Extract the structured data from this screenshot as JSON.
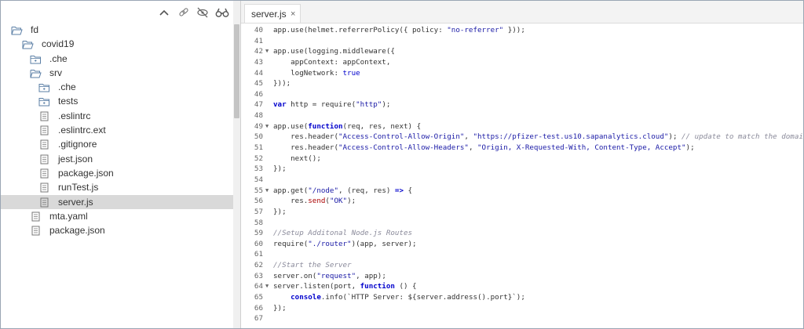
{
  "toolbar": {
    "icons": [
      "chevron-up-icon",
      "link-icon",
      "hide-icon",
      "binoculars-icon"
    ]
  },
  "tree": [
    {
      "label": "fd",
      "type": "folder-open",
      "depth": 0
    },
    {
      "label": "covid19",
      "type": "folder-open",
      "depth": 1
    },
    {
      "label": ".che",
      "type": "folder-closed",
      "depth": 2
    },
    {
      "label": "srv",
      "type": "folder-open",
      "depth": 2
    },
    {
      "label": ".che",
      "type": "folder-closed",
      "depth": 3
    },
    {
      "label": "tests",
      "type": "folder-closed",
      "depth": 3
    },
    {
      "label": ".eslintrc",
      "type": "file",
      "depth": 3
    },
    {
      "label": ".eslintrc.ext",
      "type": "file",
      "depth": 3
    },
    {
      "label": ".gitignore",
      "type": "file",
      "depth": 3
    },
    {
      "label": "jest.json",
      "type": "file",
      "depth": 3
    },
    {
      "label": "package.json",
      "type": "file",
      "depth": 3
    },
    {
      "label": "runTest.js",
      "type": "file",
      "depth": 3
    },
    {
      "label": "server.js",
      "type": "file",
      "depth": 3,
      "selected": true
    },
    {
      "label": "mta.yaml",
      "type": "file",
      "depth": 2
    },
    {
      "label": "package.json",
      "type": "file",
      "depth": 2
    }
  ],
  "editor": {
    "tab_label": "server.js",
    "tab_close": "×",
    "lines": [
      {
        "n": "40",
        "fold": false,
        "parts": [
          [
            "",
            "app.use(helmet.referrerPolicy({ policy: "
          ],
          [
            "str",
            "\"no-referrer\""
          ],
          [
            "",
            " }));"
          ]
        ]
      },
      {
        "n": "41",
        "fold": false,
        "parts": []
      },
      {
        "n": "42",
        "fold": true,
        "parts": [
          [
            "",
            "app.use(logging.middleware({"
          ]
        ]
      },
      {
        "n": "43",
        "fold": false,
        "parts": [
          [
            "",
            "    appContext: appContext,"
          ]
        ]
      },
      {
        "n": "44",
        "fold": false,
        "parts": [
          [
            "",
            "    logNetwork: "
          ],
          [
            "bl",
            "true"
          ]
        ]
      },
      {
        "n": "45",
        "fold": false,
        "parts": [
          [
            "",
            "}));"
          ]
        ]
      },
      {
        "n": "46",
        "fold": false,
        "parts": []
      },
      {
        "n": "47",
        "fold": false,
        "parts": [
          [
            "kw",
            "var"
          ],
          [
            "",
            " http = require("
          ],
          [
            "str",
            "\"http\""
          ],
          [
            "",
            ");"
          ]
        ]
      },
      {
        "n": "48",
        "fold": false,
        "parts": []
      },
      {
        "n": "49",
        "fold": true,
        "parts": [
          [
            "",
            "app.use("
          ],
          [
            "kw",
            "function"
          ],
          [
            "",
            "(req, res, next) {"
          ]
        ]
      },
      {
        "n": "50",
        "fold": false,
        "parts": [
          [
            "",
            "    res.header("
          ],
          [
            "str",
            "\"Access-Control-Allow-Origin\""
          ],
          [
            "",
            ", "
          ],
          [
            "str",
            "\"https://pfizer-test.us10.sapanalytics.cloud\""
          ],
          [
            "",
            "); "
          ],
          [
            "cm",
            "// update to match the domain you will ("
          ]
        ]
      },
      {
        "n": "51",
        "fold": false,
        "parts": [
          [
            "",
            "    res.header("
          ],
          [
            "str",
            "\"Access-Control-Allow-Headers\""
          ],
          [
            "",
            ", "
          ],
          [
            "str",
            "\"Origin, X-Requested-With, Content-Type, Accept\""
          ],
          [
            "",
            ");"
          ]
        ]
      },
      {
        "n": "52",
        "fold": false,
        "parts": [
          [
            "",
            "    next();"
          ]
        ]
      },
      {
        "n": "53",
        "fold": false,
        "parts": [
          [
            "",
            "});"
          ]
        ]
      },
      {
        "n": "54",
        "fold": false,
        "parts": []
      },
      {
        "n": "55",
        "fold": true,
        "parts": [
          [
            "",
            "app.get("
          ],
          [
            "str",
            "\"/node\""
          ],
          [
            "",
            ", (req, res) "
          ],
          [
            "kw",
            "=>"
          ],
          [
            "",
            " {"
          ]
        ]
      },
      {
        "n": "56",
        "fold": false,
        "parts": [
          [
            "",
            "    res."
          ],
          [
            "fn",
            "send"
          ],
          [
            "",
            "("
          ],
          [
            "str",
            "\"OK\""
          ],
          [
            "",
            ");"
          ]
        ]
      },
      {
        "n": "57",
        "fold": false,
        "parts": [
          [
            "",
            "});"
          ]
        ]
      },
      {
        "n": "58",
        "fold": false,
        "parts": []
      },
      {
        "n": "59",
        "fold": false,
        "parts": [
          [
            "cm",
            "//Setup Additonal Node.js Routes"
          ]
        ]
      },
      {
        "n": "60",
        "fold": false,
        "parts": [
          [
            "",
            "require("
          ],
          [
            "str",
            "\"./router\""
          ],
          [
            "",
            ")(app, server);"
          ]
        ]
      },
      {
        "n": "61",
        "fold": false,
        "parts": []
      },
      {
        "n": "62",
        "fold": false,
        "parts": [
          [
            "cm",
            "//Start the Server"
          ]
        ]
      },
      {
        "n": "63",
        "fold": false,
        "parts": [
          [
            "",
            "server.on("
          ],
          [
            "str",
            "\"request\""
          ],
          [
            "",
            ", app);"
          ]
        ]
      },
      {
        "n": "64",
        "fold": true,
        "parts": [
          [
            "",
            "server.listen(port, "
          ],
          [
            "kw",
            "function"
          ],
          [
            "",
            " () {"
          ]
        ]
      },
      {
        "n": "65",
        "fold": false,
        "parts": [
          [
            "",
            "    "
          ],
          [
            "kw",
            "console"
          ],
          [
            "",
            ".info(`HTTP Server: ${server.address().port}`);"
          ]
        ]
      },
      {
        "n": "66",
        "fold": false,
        "parts": [
          [
            "",
            "});"
          ]
        ]
      },
      {
        "n": "67",
        "fold": false,
        "parts": []
      }
    ]
  },
  "colors": {
    "selected_row": "#d9d9d9",
    "keyword": "#0000cc",
    "string": "#1a1aa6",
    "comment": "#8a8a9a"
  }
}
